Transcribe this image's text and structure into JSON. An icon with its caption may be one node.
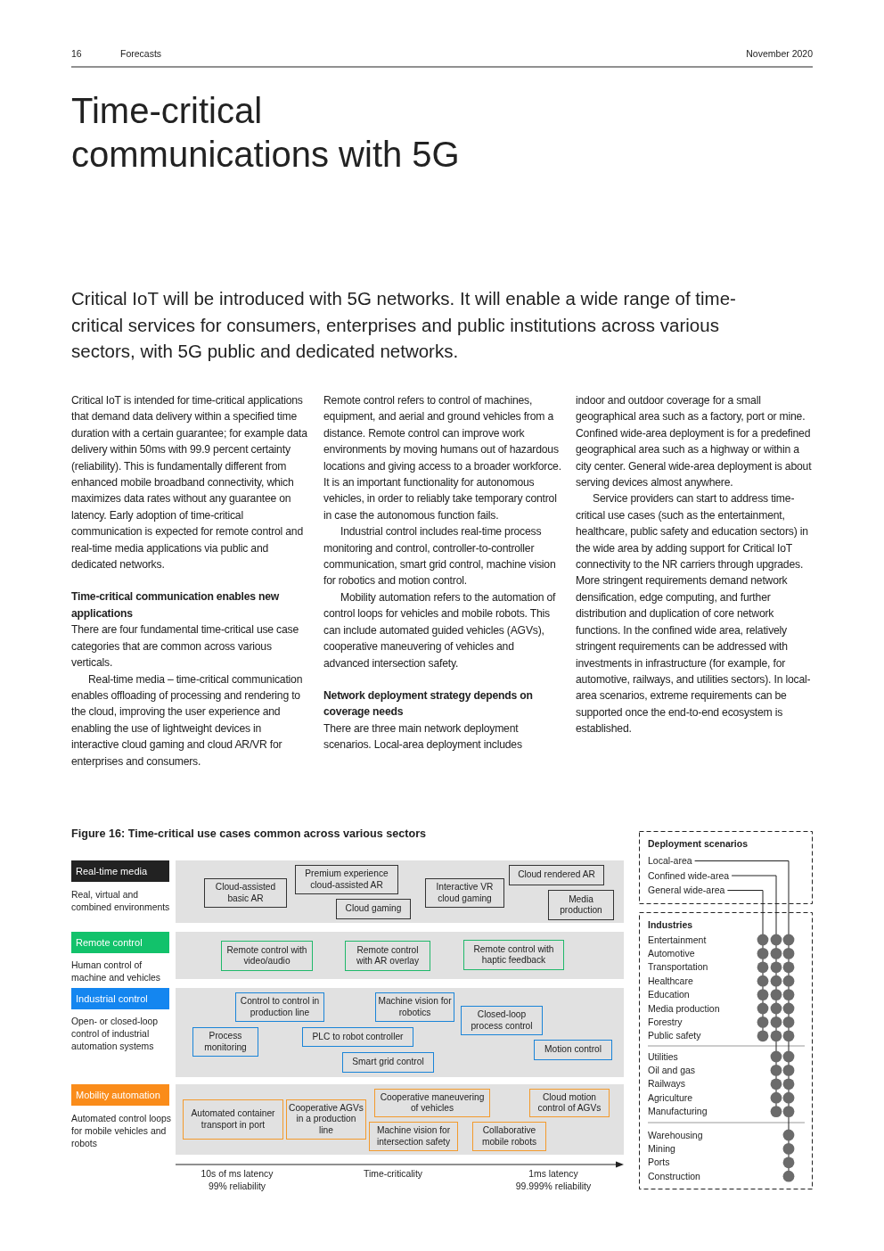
{
  "diagram": {
    "title": "Time-critical communications with 5G",
    "caption": "Figure 16: Time-critical use cases common across various sectors",
    "nodes": [
      {
        "text": [
          "Real-time media"
        ],
        "beside": [
          "Real, virtual and combined environments"
        ]
      },
      {
        "text": [],
        "shape": "box"
      },
      {
        "text": [
          "Cloud-assisted basic AR"
        ],
        "in": 1
      },
      {
        "text": [
          "Premium experience cloud-assisted AR"
        ],
        "in": 1
      },
      {
        "text": [
          "Cloud gaming"
        ],
        "in": 1
      },
      {
        "text": [
          "Interactive VR cloud gaming"
        ],
        "in": 1
      },
      {
        "text": [
          "Cloud rendered AR"
        ],
        "in": 1
      },
      {
        "text": [
          "Media production"
        ],
        "in": 1
      },
      {
        "text": [
          "Remote control"
        ],
        "beside": [
          "Human control of machine and vehicles"
        ]
      },
      {
        "text": [],
        "shape": "box"
      },
      {
        "text": [
          "Remote control with video/audio"
        ],
        "in": 9
      },
      {
        "text": [
          "Remote control with AR overlay"
        ],
        "in": 9
      },
      {
        "text": [
          "Remote control with haptic feedback"
        ],
        "in": 9
      },
      {
        "text": [
          "Industrial control"
        ],
        "beside": [
          "Open- or closed-loop control of industrial automation systems"
        ]
      },
      {
        "text": [],
        "shape": "box"
      },
      {
        "text": [
          "Control to control in production line"
        ],
        "in": 14
      },
      {
        "text": [
          "Machine vision for robotics"
        ],
        "in": 14
      },
      {
        "text": [
          "Closed-loop process control"
        ],
        "in": 14
      },
      {
        "text": [
          "Process monitoring"
        ],
        "in": 14
      },
      {
        "text": [
          "PLC to robot controller"
        ],
        "in": 14
      },
      {
        "text": [
          "Motion control"
        ],
        "in": 14
      },
      {
        "text": [
          "Smart grid control"
        ],
        "in": 14
      },
      {
        "text": [
          "Mobility automation"
        ],
        "beside": [
          "Automated control loops for mobile vehicles and robots"
        ]
      },
      {
        "text": [],
        "shape": "box"
      },
      {
        "text": [
          "Cooperative maneuvering of vehicles"
        ],
        "in": 23
      },
      {
        "text": [
          "Cloud motion control of AGVs"
        ],
        "in": 23
      },
      {
        "text": [
          "Automated container transport in port"
        ],
        "in": 23
      },
      {
        "text": [
          "Cooperative AGVs in a production line"
        ],
        "in": 23
      },
      {
        "text": [
          "Machine vision for intersection safety"
        ],
        "in": 23
      },
      {
        "text": [
          "Collaborative mobile robots"
        ],
        "in": 23
      }
    ],
    "edges": [],
    "labels": [
      "16",
      "Forecasts",
      "November 2020",
      "Critical IoT will be introduced with 5G networks. It will enable a wide range of time-critical services for consumers, enterprises and public institutions across various sectors, with 5G public and dedicated networks.",
      "Critical IoT is intended for time-critical applications that demand data delivery within a specified time duration with a certain guarantee; for example data delivery within 50ms with 99.9 percent certainty (reliability). This is fundamentally different from enhanced mobile broadband connectivity, which maximizes data rates without any guarantee on latency. Early adoption of time-critical communication is expected for remote control and real-time media applications via public and dedicated networks.",
      "Time-critical communication enables new applications",
      "There are four fundamental time-critical use case categories that are common across various verticals.",
      "Real-time media – time-critical communication enables offloading of processing and rendering to the cloud, improving the user experience and enabling the use of lightweight devices in interactive cloud gaming and cloud AR/VR for enterprises and consumers.",
      "Remote control refers to control of machines, equipment, and aerial and ground vehicles from a distance. Remote control can improve work environments by moving humans out of hazardous locations and giving access to a broader workforce. It is an important functionality for autonomous vehicles, in order to reliably take temporary control in case the autonomous function fails.",
      "Industrial control includes real-time process monitoring and control, controller-to-controller communication, smart grid control, machine vision for robotics and motion control.",
      "Mobility automation refers to the automation of control loops for vehicles and mobile robots. This can include automated guided vehicles (AGVs), cooperative maneuvering of vehicles and advanced intersection safety.",
      "Network deployment strategy depends on coverage needs",
      "There are three main network deployment scenarios. Local-area deployment includes",
      "indoor and outdoor coverage for a small geographical area such as a factory, port or mine. Confined wide-area deployment is for a predefined geographical area such as a highway or within a city center. General wide-area deployment is about serving devices almost anywhere.",
      "Service providers can start to address time-critical use cases (such as the entertainment, healthcare, public safety and education sectors) in the wide area by adding support for Critical IoT connectivity to the NR carriers through upgrades. More stringent requirements demand network densification, edge computing, and further distribution and duplication of core network functions. In the confined wide area, relatively stringent requirements can be addressed with investments in infrastructure (for example, for automotive, railways, and utilities sectors). In local-area scenarios, extreme requirements can be supported once the end-to-end ecosystem is established.",
      "10s of ms latency",
      "99% reliability",
      "Time-criticality",
      "1ms latency",
      "99.999% reliability",
      "Deployment scenarios",
      "Local-area",
      "Confined wide-area",
      "General wide-area",
      "Industries",
      "Entertainment",
      "Automotive",
      "Transportation",
      "Healthcare",
      "Education",
      "Media production",
      "Forestry",
      "Public safety",
      "Utilities",
      "Oil and gas",
      "Railways",
      "Agriculture",
      "Manufacturing",
      "Warehousing",
      "Mining",
      "Ports",
      "Construction"
    ]
  }
}
